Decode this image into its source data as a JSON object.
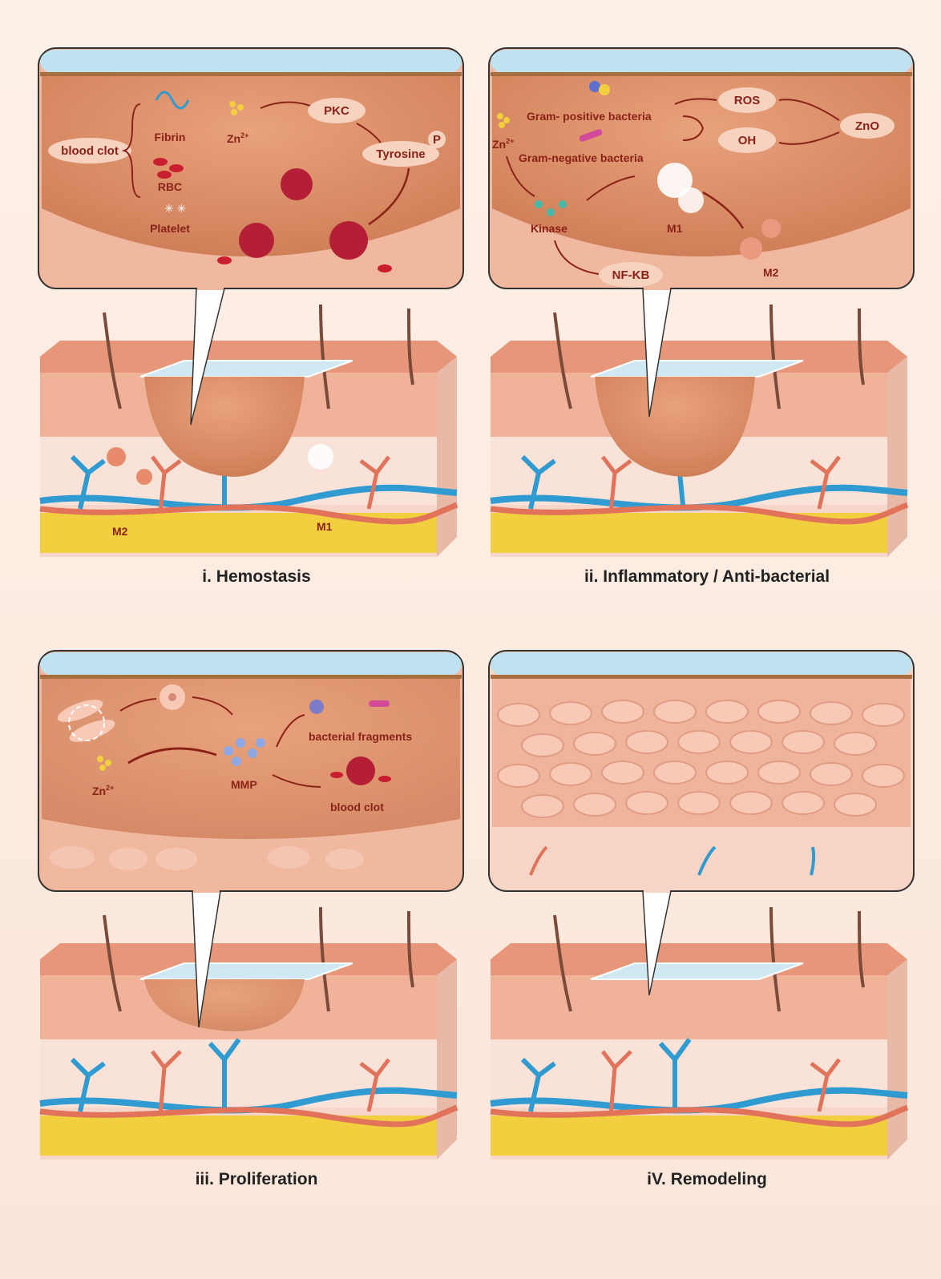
{
  "panels": [
    {
      "caption": "i.  Hemostasis",
      "labels": {
        "blood_clot": "blood  clot",
        "fibrin": "Fibrin",
        "rbc": "RBC",
        "platelet": "Platelet",
        "zn": "Zn",
        "zn_sup": "2+",
        "pkc": "PKC",
        "tyrosine": "Tyrosine",
        "p": "P",
        "m2": "M2",
        "m1": "M1"
      }
    },
    {
      "caption": "ii.  Inflammatory / Anti-bacterial",
      "labels": {
        "ros": "ROS",
        "oh": "OH",
        "zno": "ZnO",
        "gram_pos": "Gram- positive  bacteria",
        "gram_neg": "Gram-negative  bacteria",
        "zn": "Zn",
        "zn_sup": "2+",
        "kinase": "Kinase",
        "m1": "M1",
        "m2": "M2",
        "nfkb": "NF-KB"
      }
    },
    {
      "caption": "iii.  Proliferation",
      "labels": {
        "bacterial_fragments": "bacterial  fragments",
        "zn": "Zn",
        "zn_sup": "2+",
        "mmp": "MMP",
        "blood_clot": "blood  clot"
      }
    },
    {
      "caption": "iV.  Remodeling",
      "labels": {}
    }
  ],
  "colors": {
    "skin": "#e9a083",
    "wound": "#d98a63",
    "text": "#8a2218",
    "vein": "#2f9bd1",
    "artery": "#e0735a",
    "fat": "#f2cf3e",
    "dressing": "#bfe2f0"
  }
}
